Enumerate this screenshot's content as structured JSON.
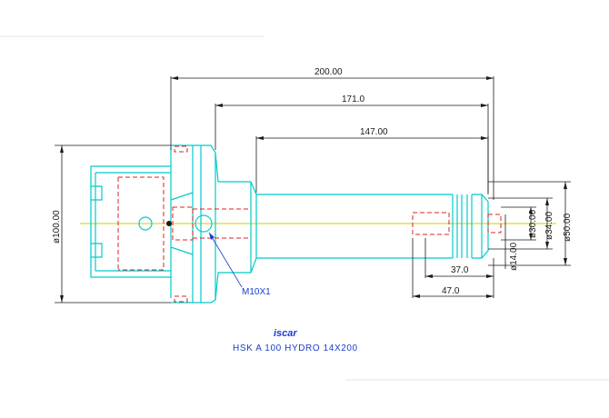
{
  "drawing": {
    "dimensions": {
      "overall_length": "200.00",
      "length_from_flange": "171.0",
      "shank_length": "147.00",
      "clamp_depth_a": "37.0",
      "clamp_depth_b": "47.0",
      "flange_diameter": "ø100.00",
      "bore_diameter": "ø14.00",
      "d30": "ø30.00",
      "d34": "ø34.00",
      "d50": "ø50.00"
    },
    "thread_callout": "M10X1",
    "logo": "iscar",
    "title": "HSK A 100 HYDRO 14X200"
  },
  "colors": {
    "outline": "#00cccc",
    "hidden": "#e02020",
    "dimension": "#1a1a1a",
    "annotation": "#1a3dcc",
    "centerline": "#cccc00"
  }
}
